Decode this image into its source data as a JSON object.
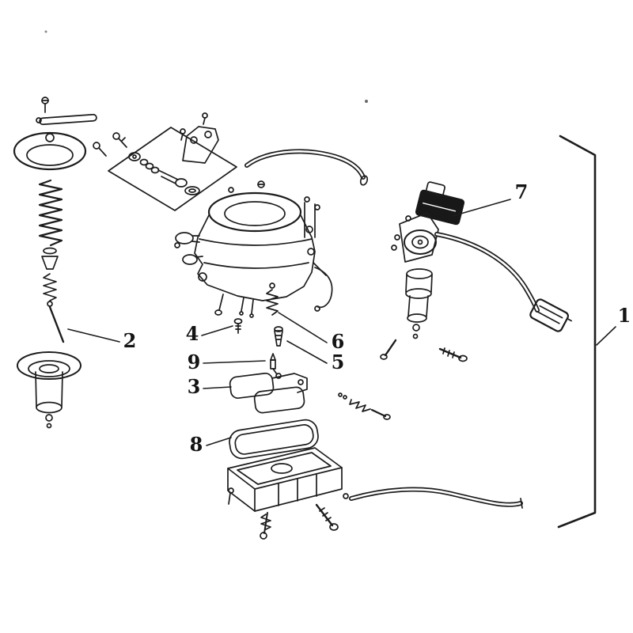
{
  "page": {
    "background_color": "#ffffff",
    "ink_color": "#1c1c1c"
  },
  "diagram": {
    "type": "exploded-parts-diagram",
    "subject": "carburetor-assembly",
    "callouts": [
      {
        "label": "1"
      },
      {
        "label": "2"
      },
      {
        "label": "3"
      },
      {
        "label": "4"
      },
      {
        "label": "5"
      },
      {
        "label": "6"
      },
      {
        "label": "7"
      },
      {
        "label": "8"
      },
      {
        "label": "9"
      }
    ]
  }
}
